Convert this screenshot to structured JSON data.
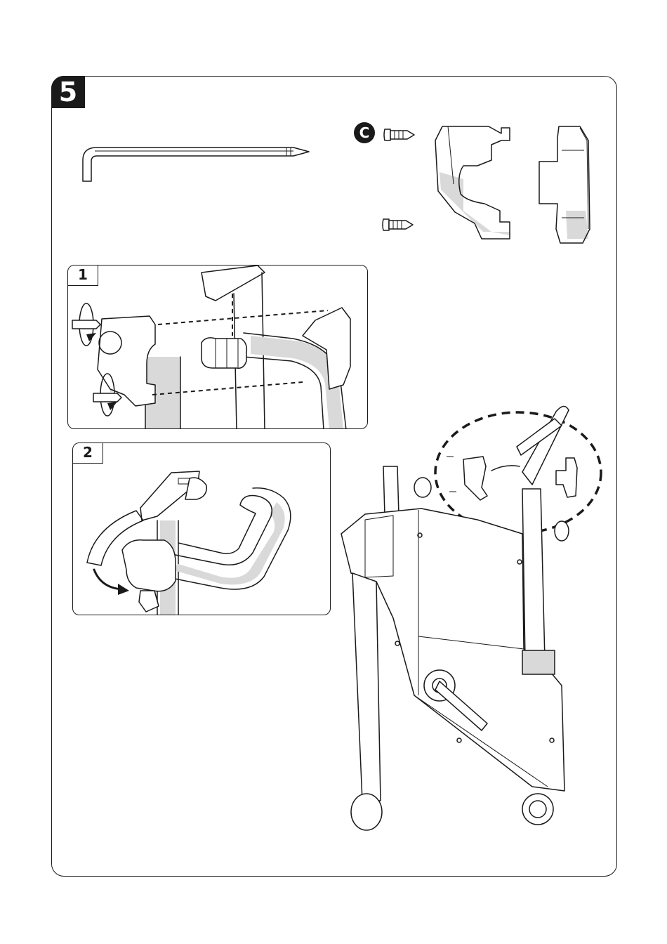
{
  "step": {
    "number": "5"
  },
  "parts": {
    "screw_label": "C"
  },
  "panels": [
    {
      "number": "1"
    },
    {
      "number": "2"
    }
  ],
  "colors": {
    "ink": "#1a1a1a",
    "shade": "#d9d9d9",
    "paper": "#ffffff"
  }
}
